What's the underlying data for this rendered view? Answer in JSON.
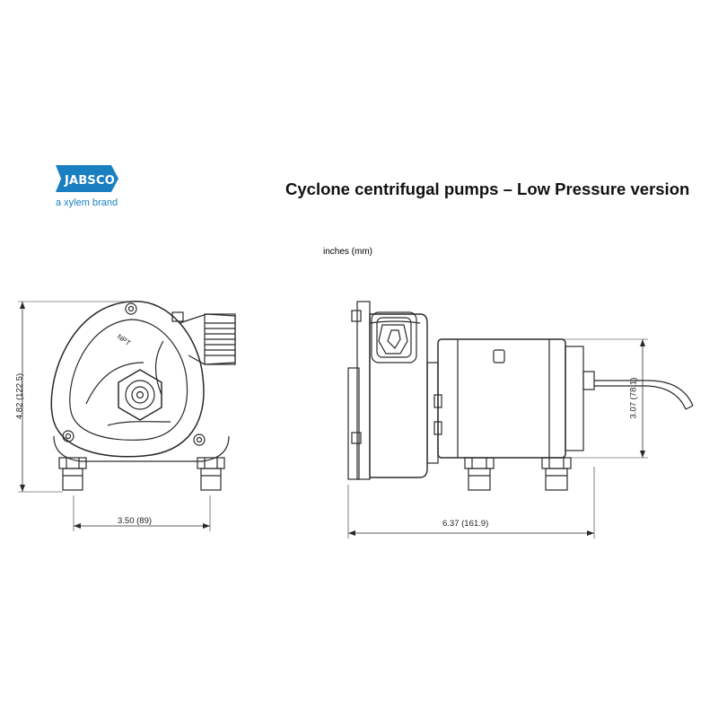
{
  "logo": {
    "brand": "JABSCO",
    "tagline": "a xylem brand",
    "badge_color": "#1a7fc1"
  },
  "title": "Cyclone centrifugal pumps – Low Pressure version",
  "units_note": "inches (mm)",
  "front_view": {
    "port_label": "NPT",
    "height_dim": "4.82 (122.5)",
    "base_width_dim": "3.50 (89)"
  },
  "side_view": {
    "length_dim": "6.37 (161.9)",
    "motor_height_dim": "3.07 (78.1)"
  }
}
